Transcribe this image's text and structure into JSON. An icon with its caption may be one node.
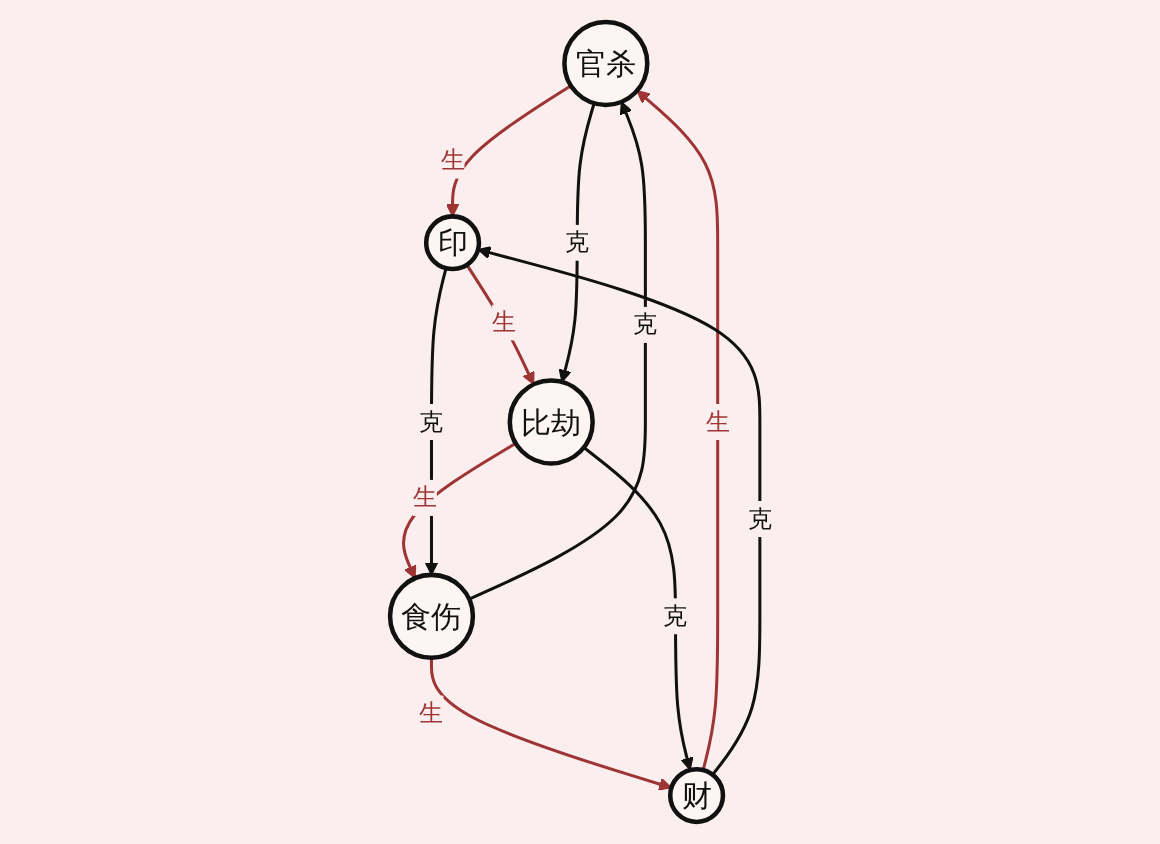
{
  "diagram": {
    "nodes": [
      {
        "text": [
          "官杀"
        ]
      },
      {
        "text": [
          "印"
        ]
      },
      {
        "text": [
          "比劫"
        ]
      },
      {
        "text": [
          "食伤"
        ]
      },
      {
        "text": [
          "财"
        ]
      }
    ],
    "edges": [
      {
        "from": 0,
        "to": 1,
        "arrow": "to",
        "label": "生",
        "color": "#9e3434"
      },
      {
        "from": 1,
        "to": 2,
        "arrow": "to",
        "label": "生",
        "color": "#9e3434"
      },
      {
        "from": 2,
        "to": 3,
        "arrow": "to",
        "label": "生",
        "color": "#9e3434"
      },
      {
        "from": 3,
        "to": 4,
        "arrow": "to",
        "label": "生",
        "color": "#9e3434"
      },
      {
        "from": 4,
        "to": 0,
        "arrow": "to",
        "label": "生",
        "color": "#9e3434"
      },
      {
        "from": 0,
        "to": 2,
        "arrow": "to",
        "label": "克",
        "color": "#111111"
      },
      {
        "from": 2,
        "to": 4,
        "arrow": "to",
        "label": "克",
        "color": "#111111"
      },
      {
        "from": 4,
        "to": 1,
        "arrow": "to",
        "label": "克",
        "color": "#111111"
      },
      {
        "from": 1,
        "to": 3,
        "arrow": "to",
        "label": "克",
        "color": "#111111"
      },
      {
        "from": 3,
        "to": 0,
        "arrow": "to",
        "label": "克",
        "color": "#111111"
      }
    ]
  }
}
